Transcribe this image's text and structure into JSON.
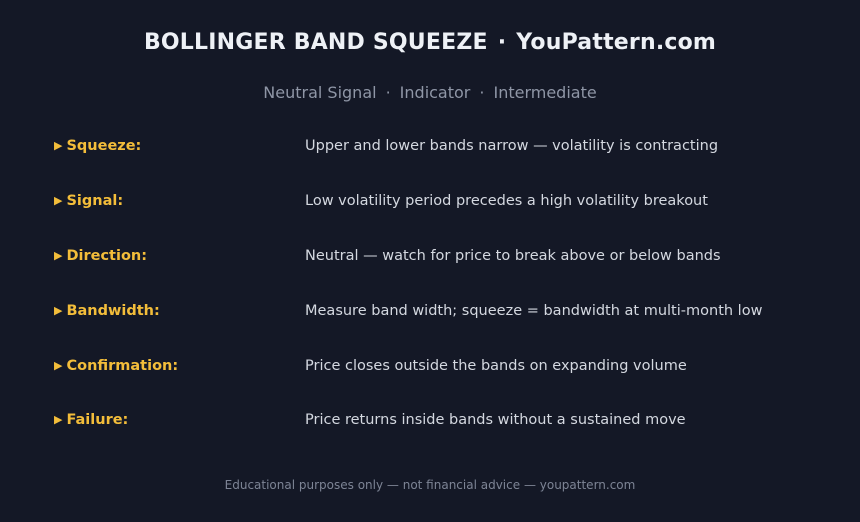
{
  "header": {
    "title": "BOLLINGER BAND SQUEEZE",
    "separator": "·",
    "brand": "YouPattern.com"
  },
  "subtitle": {
    "items": [
      "Neutral Signal",
      "Indicator",
      "Intermediate"
    ],
    "separator": "·"
  },
  "rows": [
    {
      "icon": "triangle-right-icon",
      "label": "Squeeze:",
      "value": "Upper and lower bands narrow — volatility is contracting"
    },
    {
      "icon": "triangle-right-icon",
      "label": "Signal:",
      "value": "Low volatility period precedes a high volatility breakout"
    },
    {
      "icon": "triangle-right-icon",
      "label": "Direction:",
      "value": "Neutral — watch for price to break above or below bands"
    },
    {
      "icon": "triangle-right-icon",
      "label": "Bandwidth:",
      "value": "Measure band width; squeeze = bandwidth at multi-month low"
    },
    {
      "icon": "triangle-right-icon",
      "label": "Confirmation:",
      "value": "Price closes outside the bands on expanding volume"
    },
    {
      "icon": "triangle-right-icon",
      "label": "Failure:",
      "value": "Price returns inside bands without a sustained move"
    }
  ],
  "footer": {
    "text": "Educational purposes only — not financial advice — youpattern.com"
  },
  "colors": {
    "background": "#141826",
    "label_accent": "#f3bd3a",
    "title": "#eef1f6",
    "subtitle": "#8f96a6",
    "body_text": "#d4d8e0",
    "footer": "#7d8495"
  }
}
